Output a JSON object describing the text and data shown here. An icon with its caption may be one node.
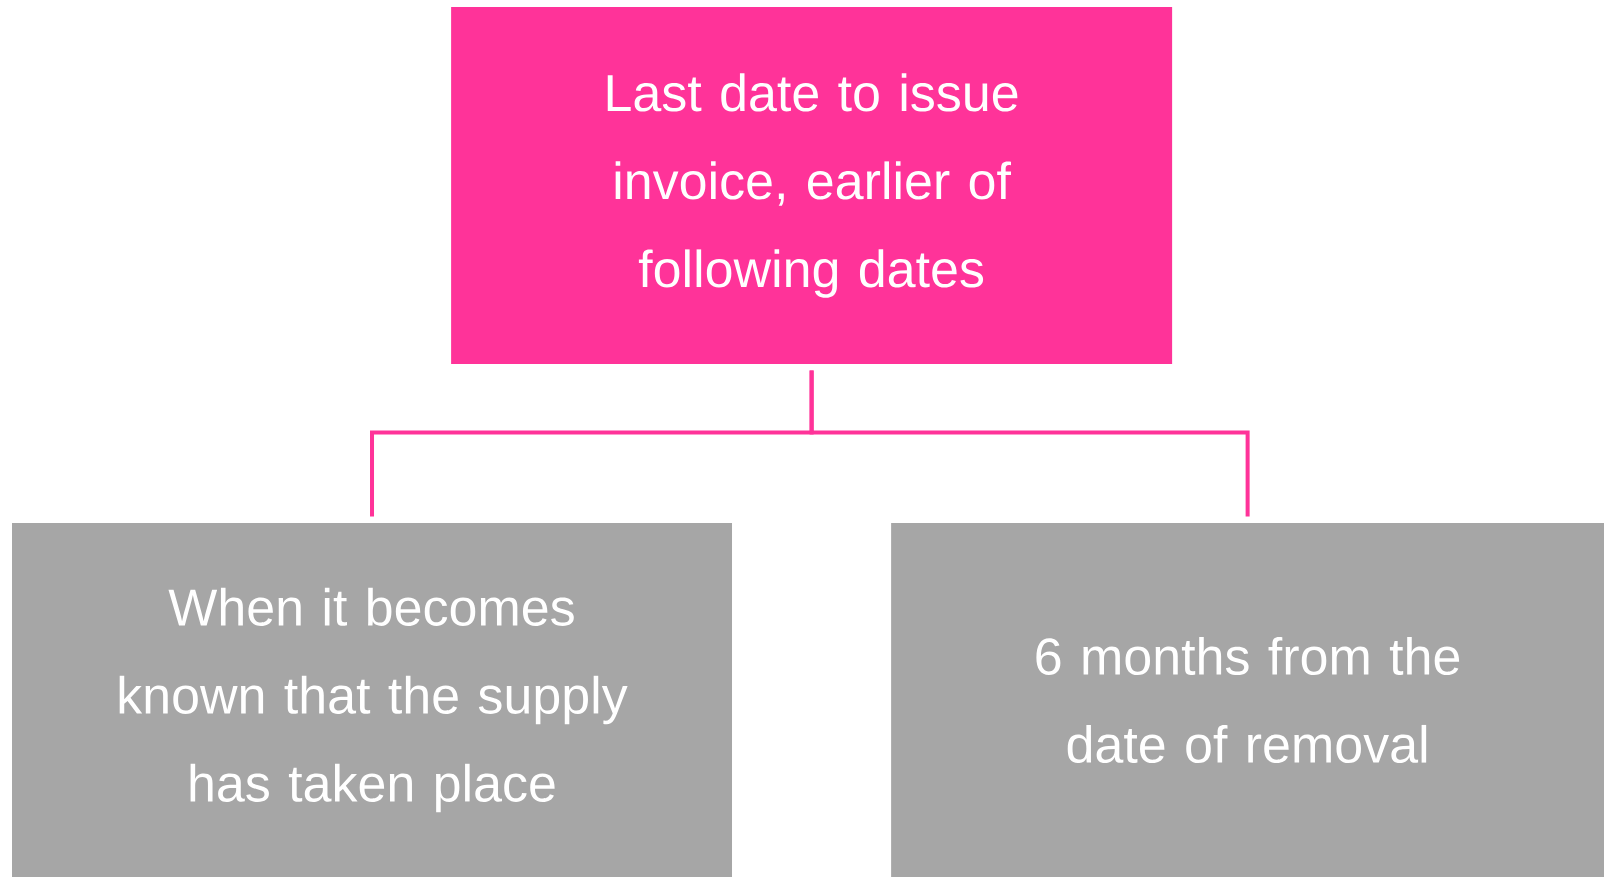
{
  "diagram": {
    "nodes": [
      {
        "text": [
          "Last date to issue invoice, earlier of following dates"
        ]
      },
      {
        "text": [
          "When it becomes known that the supply has taken place"
        ]
      },
      {
        "text": [
          "6 months from the date of removal"
        ]
      }
    ],
    "edges": [
      {
        "from": 0,
        "to": 1,
        "arrow": "none"
      },
      {
        "from": 0,
        "to": 2,
        "arrow": "none"
      }
    ]
  }
}
